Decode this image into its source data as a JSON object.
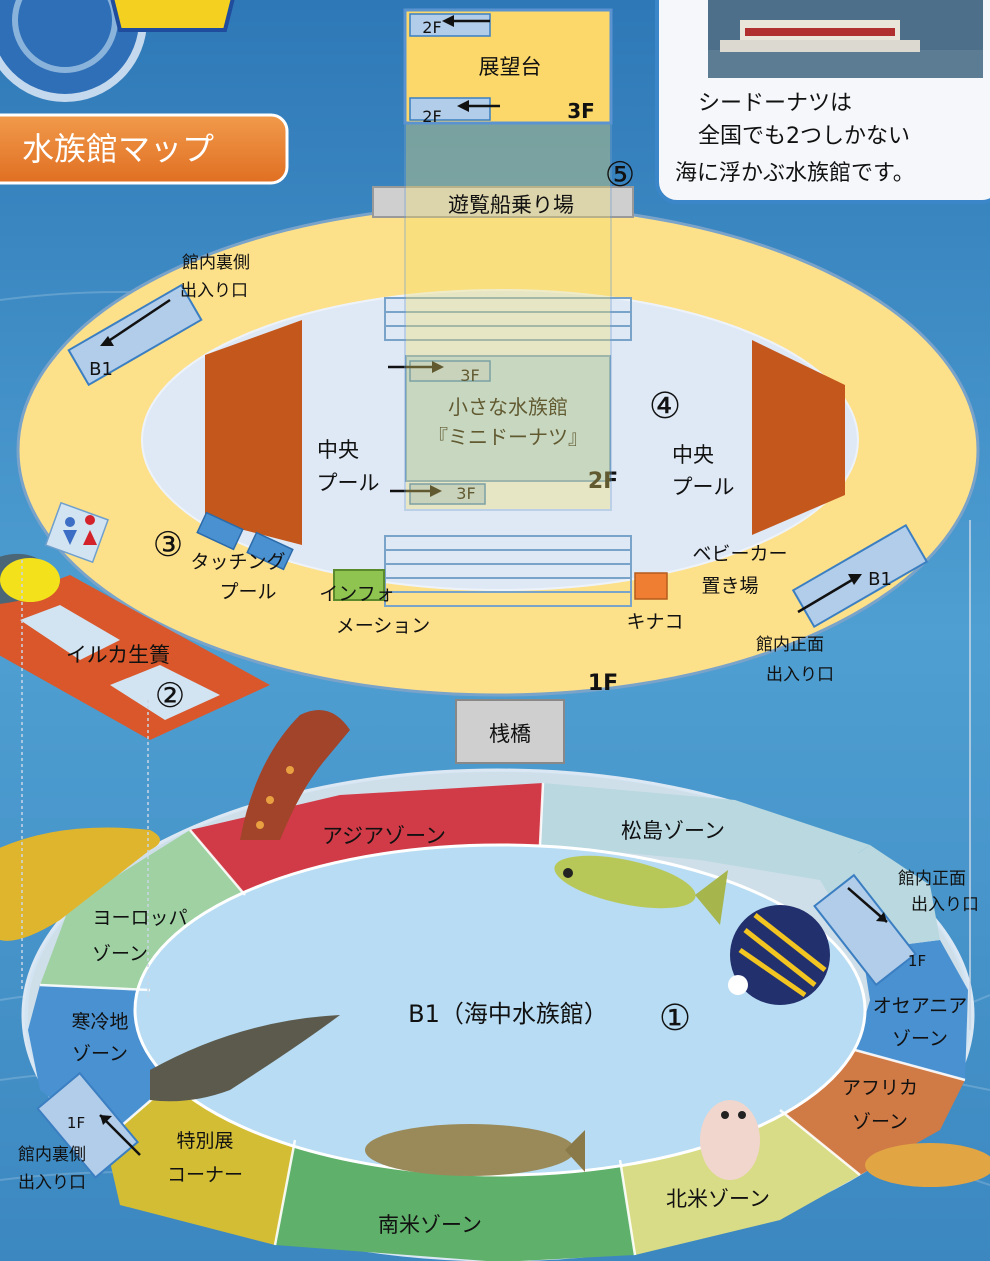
{
  "header": {
    "map_title": "水族館マップ",
    "intro_lines": [
      "シードーナツは",
      "全国でも2つしかない",
      "海に浮かぶ水族館です。"
    ]
  },
  "tower": {
    "label": "展望台",
    "floor": "3F",
    "stair_top": "2F",
    "stair_bottom": "2F",
    "marker": "⑤"
  },
  "pier_top": "遊覧船乗り場",
  "pier_bottom": "桟橋",
  "floor1": {
    "floor_label": "1F",
    "back_entrance": [
      "館内裏側",
      "出入り口"
    ],
    "back_stair": "B1",
    "front_entrance": [
      "館内正面",
      "出入り口"
    ],
    "front_stair": "B1",
    "touching_pool": [
      "タッチング",
      "プール"
    ],
    "touching_marker": "③",
    "information": [
      "インフォ",
      "メーション"
    ],
    "kinako": "キナコ",
    "stroller": [
      "ベビーカー",
      "置き場"
    ],
    "dolphin_pen": "イルカ生簀",
    "dolphin_marker": "②"
  },
  "floor2": {
    "floor_label": "2F",
    "pool_left": [
      "中央",
      "プール"
    ],
    "pool_right": [
      "中央",
      "プール"
    ],
    "mini_aquarium": [
      "小さな水族館",
      "『ミニドーナツ』"
    ],
    "mini_marker": "④",
    "stair_up_1": "3F",
    "stair_up_2": "3F"
  },
  "b1": {
    "title": "B1（海中水族館）",
    "marker": "①",
    "front_entrance": [
      "館内正面",
      "出入り口"
    ],
    "front_stair": "1F",
    "back_entrance": [
      "館内裏側",
      "出入り口"
    ],
    "back_stair": "1F",
    "zones": {
      "asia": "アジアゾーン",
      "matsushima": "松島ゾーン",
      "oceania": [
        "オセアニア",
        "ゾーン"
      ],
      "africa": [
        "アフリカ",
        "ゾーン"
      ],
      "north_america": "北米ゾーン",
      "south_america": "南米ゾーン",
      "special": [
        "特別展",
        "コーナー"
      ],
      "cold": [
        "寒冷地",
        "ゾーン"
      ],
      "europe": [
        "ヨーロッパ",
        "ゾーン"
      ]
    }
  },
  "colors": {
    "sea": "#3f8fc4",
    "deck": "#fde08a",
    "pool": "#dfe9f6",
    "roof": "#c4581c",
    "asia": "#d13b47",
    "matsushima": "#b9d8e0",
    "oceania": "#4a91d1",
    "africa": "#d07a45",
    "north_america": "#d9dc86",
    "south_america": "#5fb06a",
    "special": "#d2bd35",
    "cold": "#4a91d1",
    "europe": "#9fd1a3",
    "title_orange": "#e97d2f"
  }
}
